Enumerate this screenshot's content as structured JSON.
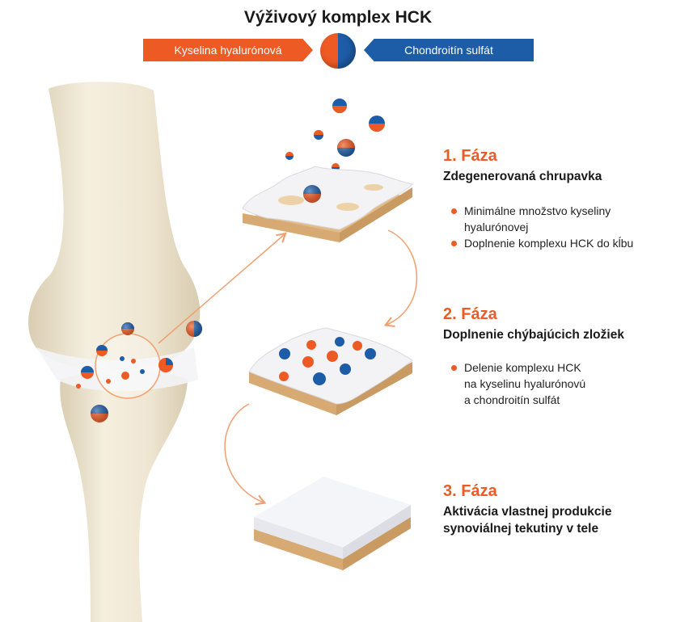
{
  "title": "Výživový komplex HCK",
  "banner": {
    "left_label": "Kyselina hyalurónová",
    "right_label": "Chondroitín sulfát"
  },
  "colors": {
    "accent_orange": "#ee5a24",
    "accent_blue": "#1d5da8",
    "bone": "#efe6d2",
    "cartilage": "#f2f3f6",
    "base": "#e2bc86"
  },
  "phases": [
    {
      "title": "1. Fáza",
      "subtitle_lines": [
        "Zdegenerovaná chrupavka"
      ],
      "bullets": [
        [
          "Minimálne množstvo kyseliny",
          "hyalurónovej"
        ],
        [
          "Doplnenie komplexu HCK do kĺbu"
        ]
      ]
    },
    {
      "title": "2. Fáza",
      "subtitle_lines": [
        "Doplnenie chýbajúcich zložiek"
      ],
      "bullets": [
        [
          "Delenie komplexu HCK",
          "na kyselinu hyalurónovú",
          "a chondroitín sulfát"
        ]
      ]
    },
    {
      "title": "3. Fáza",
      "subtitle_lines": [
        "Aktivácia vlastnej produkcie",
        "synoviálnej tekutiny v tele"
      ],
      "bullets": []
    }
  ]
}
